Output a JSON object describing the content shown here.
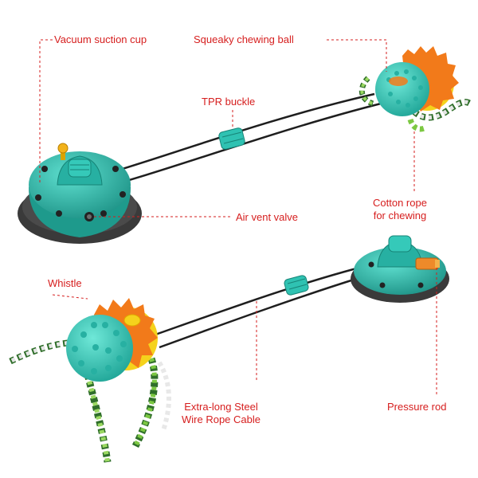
{
  "colors": {
    "label_text": "#d61e1e",
    "leader_line": "#d61e1e",
    "toy_teal": "#2fc2b2",
    "toy_teal_dark": "#1f9488",
    "suction_base": "#3a3a3a",
    "ball_orange": "#f27a1a",
    "ball_yellow": "#f5d21c",
    "rope_green": "#7cc842",
    "rope_dark_green": "#2f6e2a",
    "cable": "#1e1e1e",
    "valve_orange": "#ee8a2a"
  },
  "labels": {
    "vacuum_suction_cup": "Vacuum suction cup",
    "squeaky_chewing_ball": "Squeaky chewing ball",
    "tpr_buckle": "TPR buckle",
    "cotton_rope_line1": "Cotton rope",
    "cotton_rope_line2": "for chewing",
    "air_vent_valve": "Air vent valve",
    "whistle": "Whistle",
    "steel_cable_line1": "Extra-long Steel",
    "steel_cable_line2": "Wire Rope Cable",
    "pressure_rod": "Pressure rod"
  },
  "icons": [
    "suction-cup",
    "chew-ball",
    "cotton-rope",
    "steel-cable",
    "tpr-buckle"
  ]
}
